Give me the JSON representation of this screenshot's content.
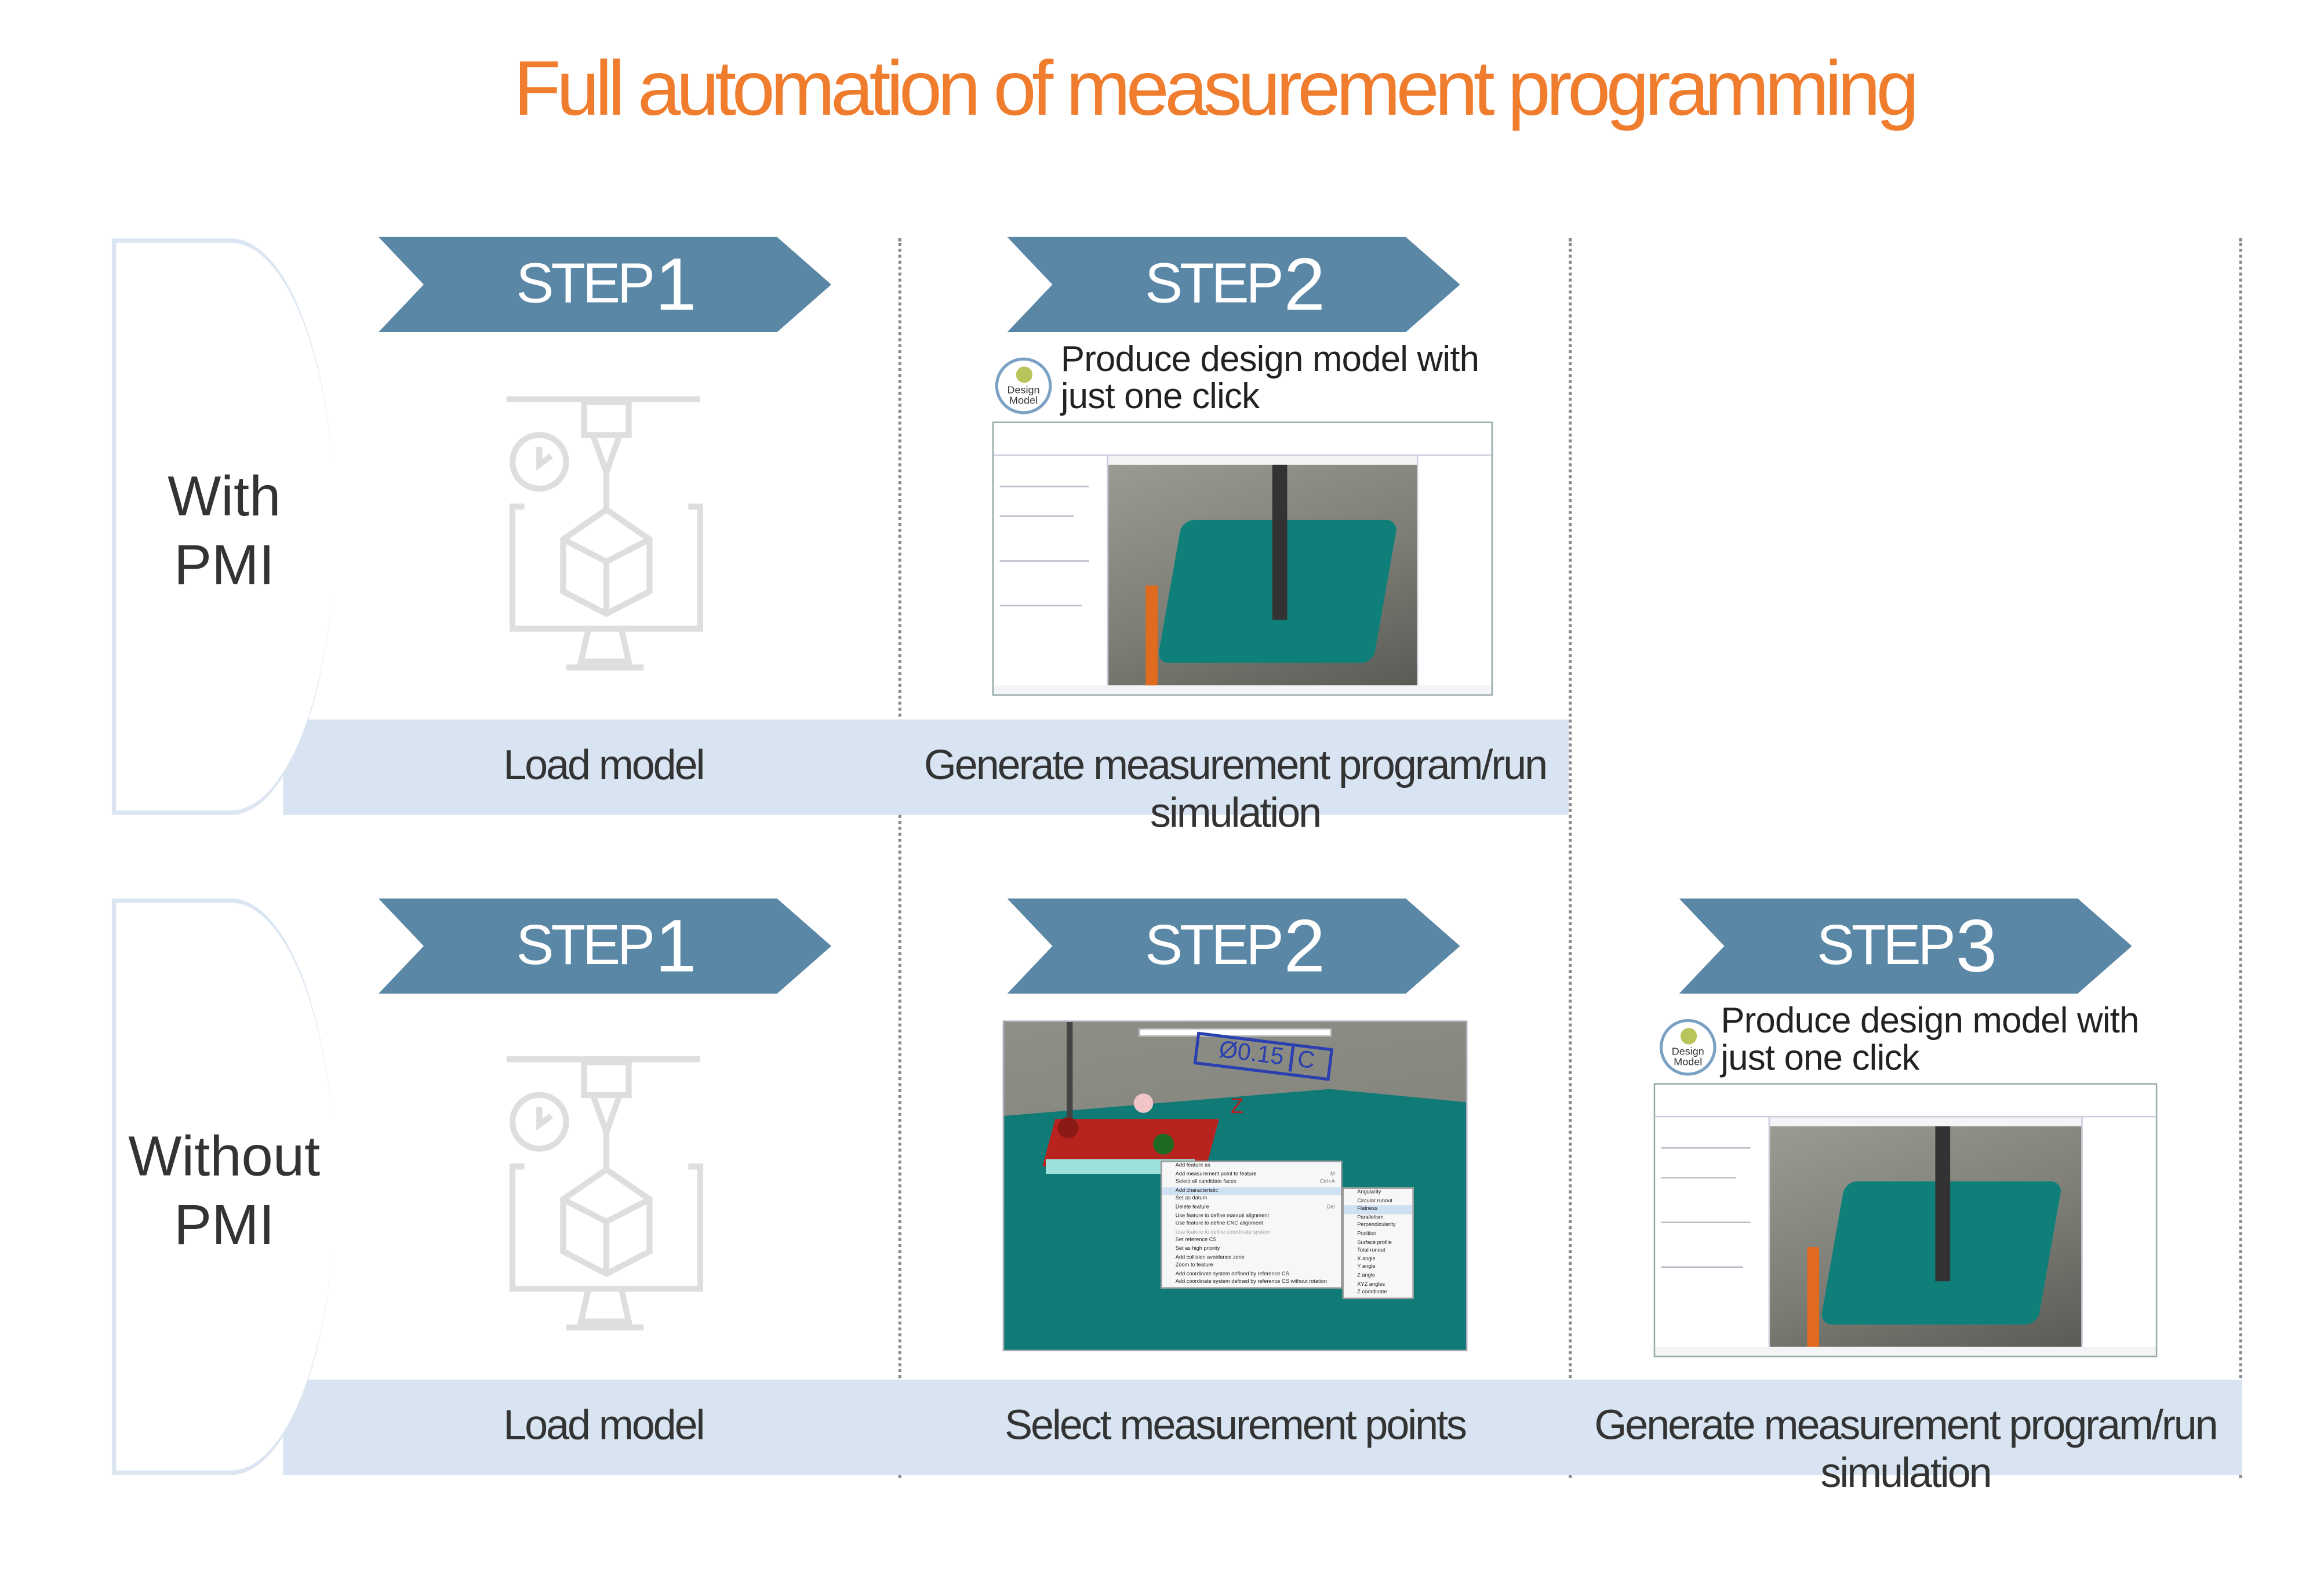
{
  "title": "Full automation of measurement programming",
  "colors": {
    "title": "#ef7d2d",
    "chevron": "#5b87a6",
    "band": "#d8e4f1",
    "viewport_part": "#0f7f7a"
  },
  "rows": [
    {
      "label_line1": "With",
      "label_line2": "PMI",
      "steps": [
        {
          "step_word": "STEP",
          "step_num": "1",
          "caption": "Load model",
          "icon": "cnc-monitor-icon"
        },
        {
          "step_word": "STEP",
          "step_num": "2",
          "caption": "Generate measurement program/run simulation",
          "note_line1": "Produce design model with",
          "note_line2": "just one click",
          "badge": "Design Model"
        }
      ]
    },
    {
      "label_line1": "Without",
      "label_line2": "PMI",
      "steps": [
        {
          "step_word": "STEP",
          "step_num": "1",
          "caption": "Load model",
          "icon": "cnc-monitor-icon"
        },
        {
          "step_word": "STEP",
          "step_num": "2",
          "caption": "Select measurement points",
          "tolerance": "Ø0.15",
          "datum": "C",
          "axis": "Z",
          "menu": [
            "Add feature as",
            "Add measurement point to feature",
            "Select all candidate faces",
            "Add characteristic",
            "Set as datum",
            "Delete feature",
            "Use feature to define manual alignment",
            "Use feature to define CNC alignment",
            "Use feature to define coordinate system",
            "Set reference CS",
            "Set as high priority",
            "Add collision avoidance zone",
            "Zoom to feature",
            "Add coordinate system defined by reference CS",
            "Add coordinate system defined by reference CS without rotation"
          ],
          "menu_shortcuts": {
            "m": "M",
            "a": "Ctrl+A",
            "d": "Del"
          },
          "submenu": [
            "Angularity",
            "Circular runout",
            "Flatness",
            "Parallelism",
            "Perpendicularity",
            "Position",
            "Surface profile",
            "Total runout",
            "X angle",
            "Y angle",
            "Z angle",
            "XYZ angles",
            "Z coordinate"
          ]
        },
        {
          "step_word": "STEP",
          "step_num": "3",
          "caption": "Generate measurement program/run simulation",
          "note_line1": "Produce design model with",
          "note_line2": "just one click",
          "badge": "Design Model"
        }
      ]
    }
  ]
}
